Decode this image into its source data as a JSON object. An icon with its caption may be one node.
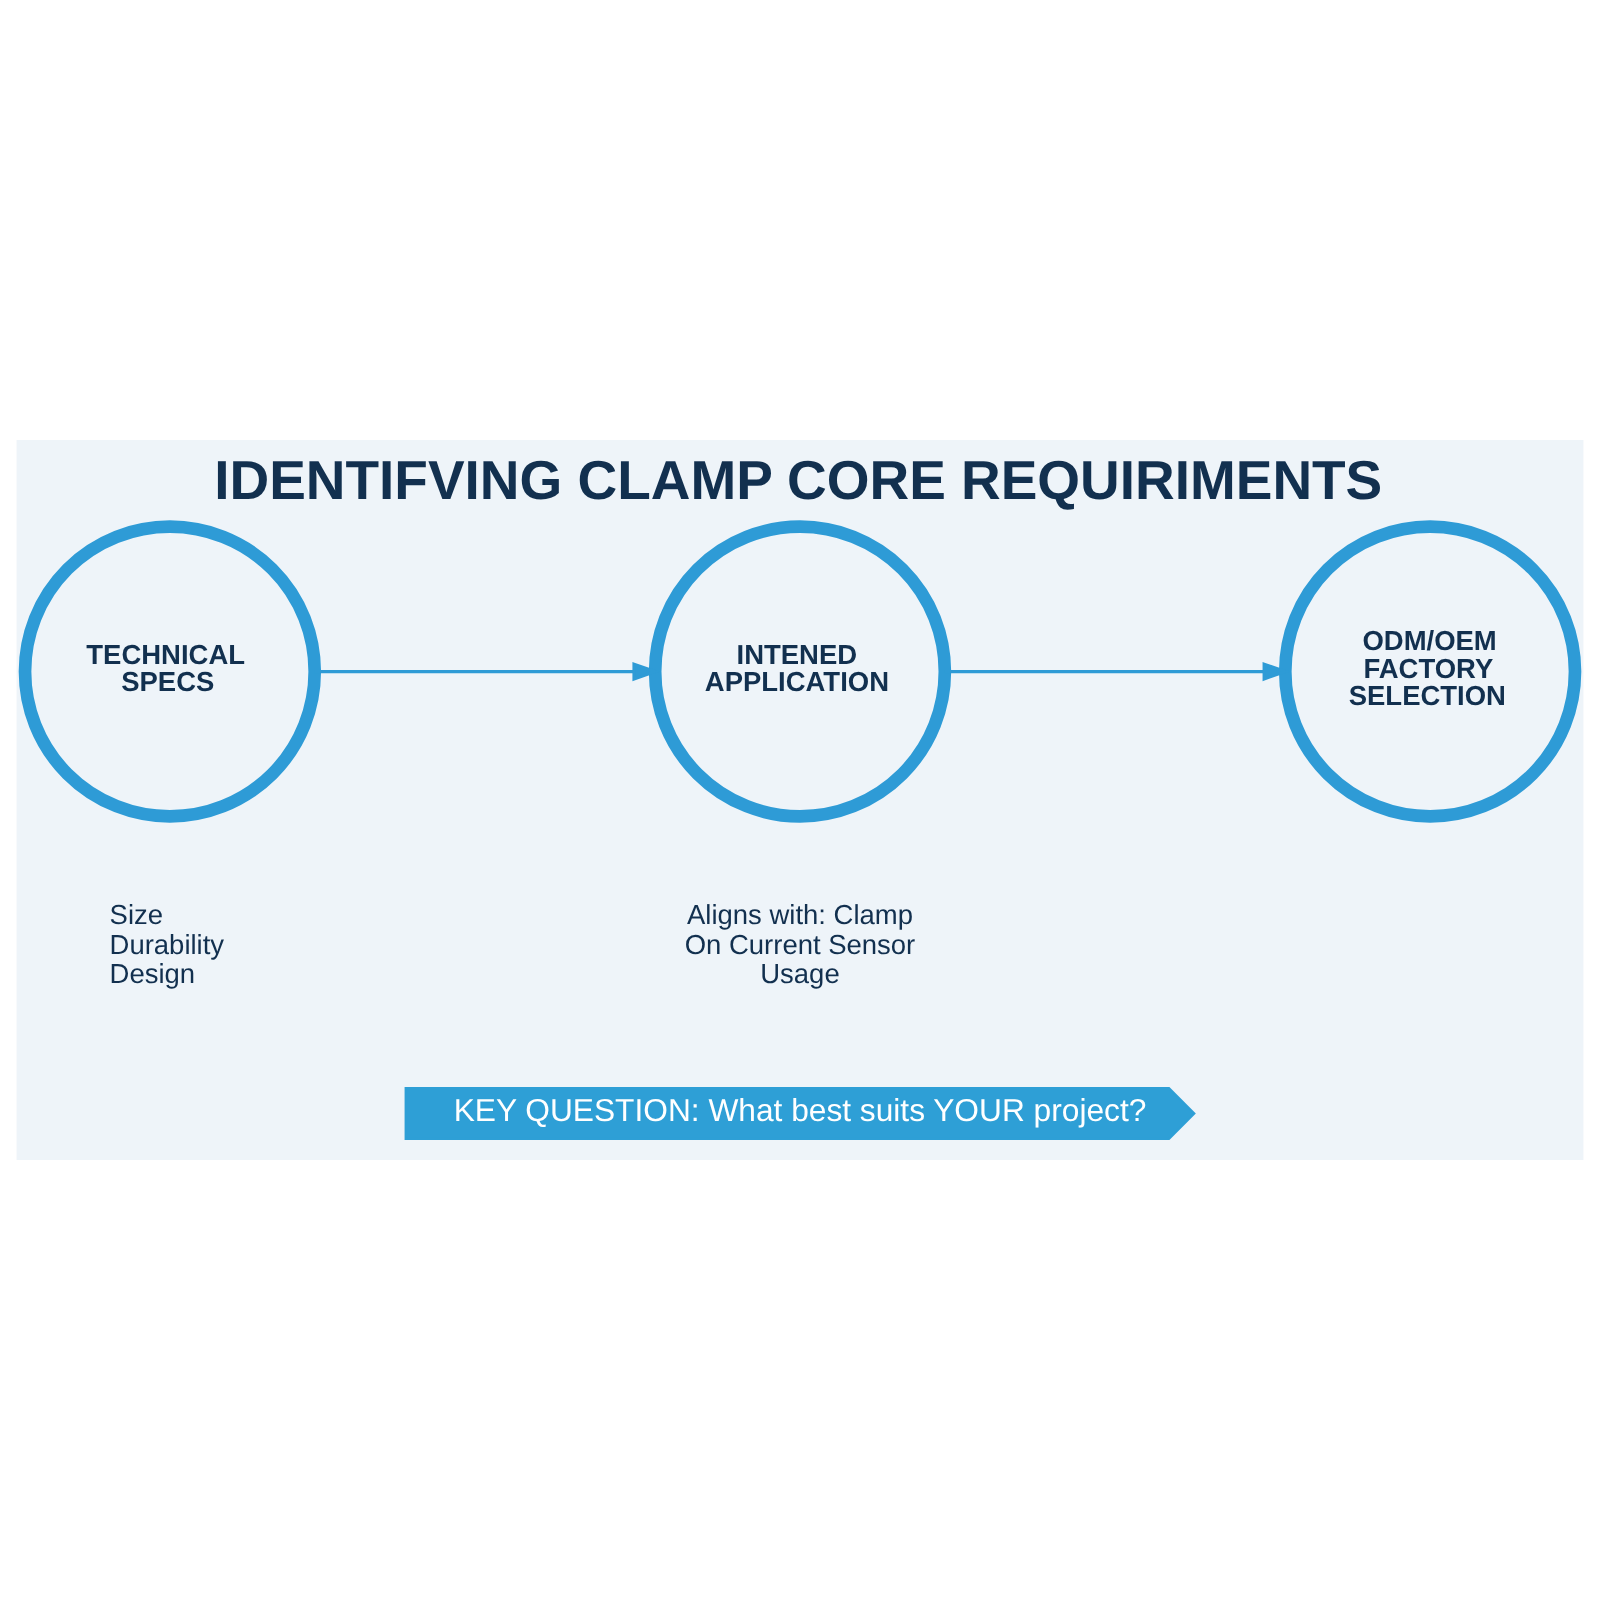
{
  "diagram": {
    "title": "IDENTIFVING CLAMP CORE REQUIRIMENTS",
    "nodes": [
      {
        "text": [
          "TECHNICAL SPECS"
        ],
        "beside": [
          "Size",
          "Durability",
          "Design"
        ]
      },
      {
        "text": [
          "INTENED APPLICATION"
        ],
        "beside": [
          "Aligns with: Clamp On Current Sensor Usage"
        ]
      },
      {
        "text": [
          "ODM/OEM FACTORY SELECTION"
        ]
      },
      {
        "text": [
          "KEY QUESTION: What best suits YOUR project?"
        ]
      }
    ],
    "edges": [
      {
        "from": 0,
        "to": 1,
        "arrow": "to"
      },
      {
        "from": 1,
        "to": 2,
        "arrow": "to"
      }
    ]
  }
}
